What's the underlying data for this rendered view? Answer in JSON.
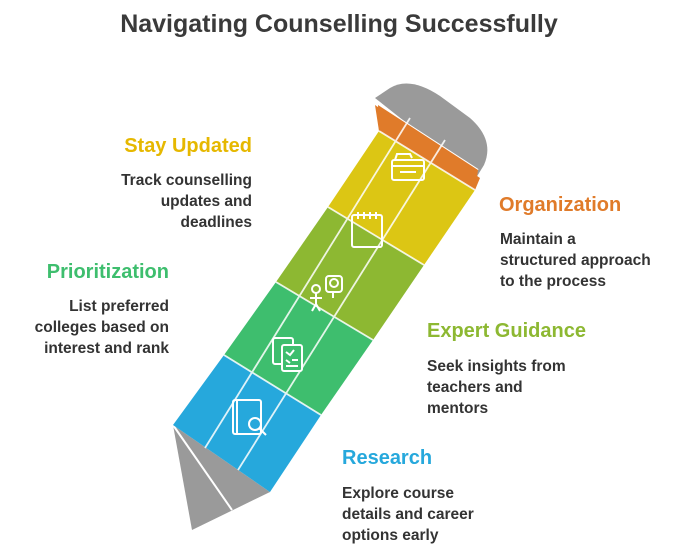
{
  "title": "Navigating Counselling Successfully",
  "colors": {
    "orange": "#E07B2A",
    "yellow": "#DCC614",
    "lime": "#8DB832",
    "green": "#3EBE6E",
    "blue": "#26A8DC",
    "gray": "#9A9A9A"
  },
  "steps": [
    {
      "label": "Stay Updated",
      "desc": "Track counselling\nupdates and\ndeadlines",
      "color": "#E6B800",
      "icon": "calendar-icon"
    },
    {
      "label": "Organization",
      "desc": "Maintain a\nstructured approach\nto the process",
      "color": "#E07B2A",
      "icon": "folder-tray-icon"
    },
    {
      "label": "Prioritization",
      "desc": "List preferred\ncolleges based on\ninterest and rank",
      "color": "#3EBE6E",
      "icon": "person-idea-icon"
    },
    {
      "label": "Expert Guidance",
      "desc": "Seek insights from\nteachers and\nmentors",
      "color": "#8DB832",
      "icon": "checklist-icon"
    },
    {
      "label": "Research",
      "desc": "Explore course\ndetails and career\noptions early",
      "color": "#26A8DC",
      "icon": "book-search-icon"
    }
  ]
}
